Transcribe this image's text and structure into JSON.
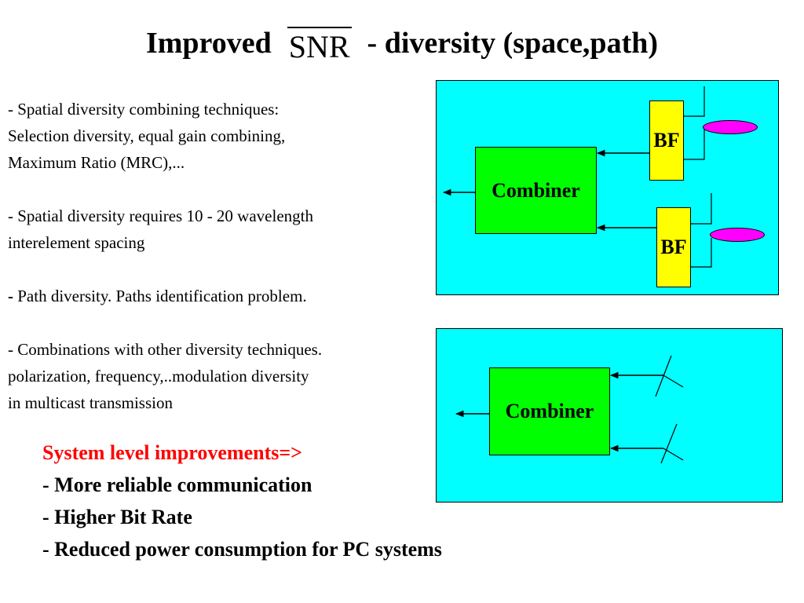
{
  "slide": {
    "title": {
      "before": "Improved",
      "symbol": "SNR",
      "after": "- diversity (space,path)"
    },
    "bullets": [
      {
        "lines": [
          "- Spatial diversity combining techniques:",
          "Selection diversity, equal gain combining,",
          "Maximum Ratio (MRC),..."
        ]
      },
      {
        "lines": [
          "- Spatial diversity requires 10 - 20 wavelength",
          "interelement  spacing"
        ]
      },
      {
        "lead": "-",
        "text": " Path diversity. Paths identification problem."
      },
      {
        "lines": [
          "- Combinations with other diversity techniques.",
          "polarization, frequency,..modulation diversity",
          "in multicast transmission"
        ]
      }
    ],
    "improvements": {
      "heading": "System level improvements=>",
      "items": [
        "- More reliable communication",
        "- Higher Bit Rate",
        "- Reduced power consumption for PC systems"
      ]
    }
  },
  "diagram_top": {
    "combiner_label": "Combiner",
    "bf_labels": [
      "BF",
      "BF"
    ]
  },
  "diagram_bottom": {
    "combiner_label": "Combiner"
  },
  "colors": {
    "panel_bg": "#00ffff",
    "combiner_fill": "#00ff00",
    "bf_fill": "#ffff00",
    "antenna_ellipse": "#ff00ff",
    "heading_text": "#ff0000"
  }
}
